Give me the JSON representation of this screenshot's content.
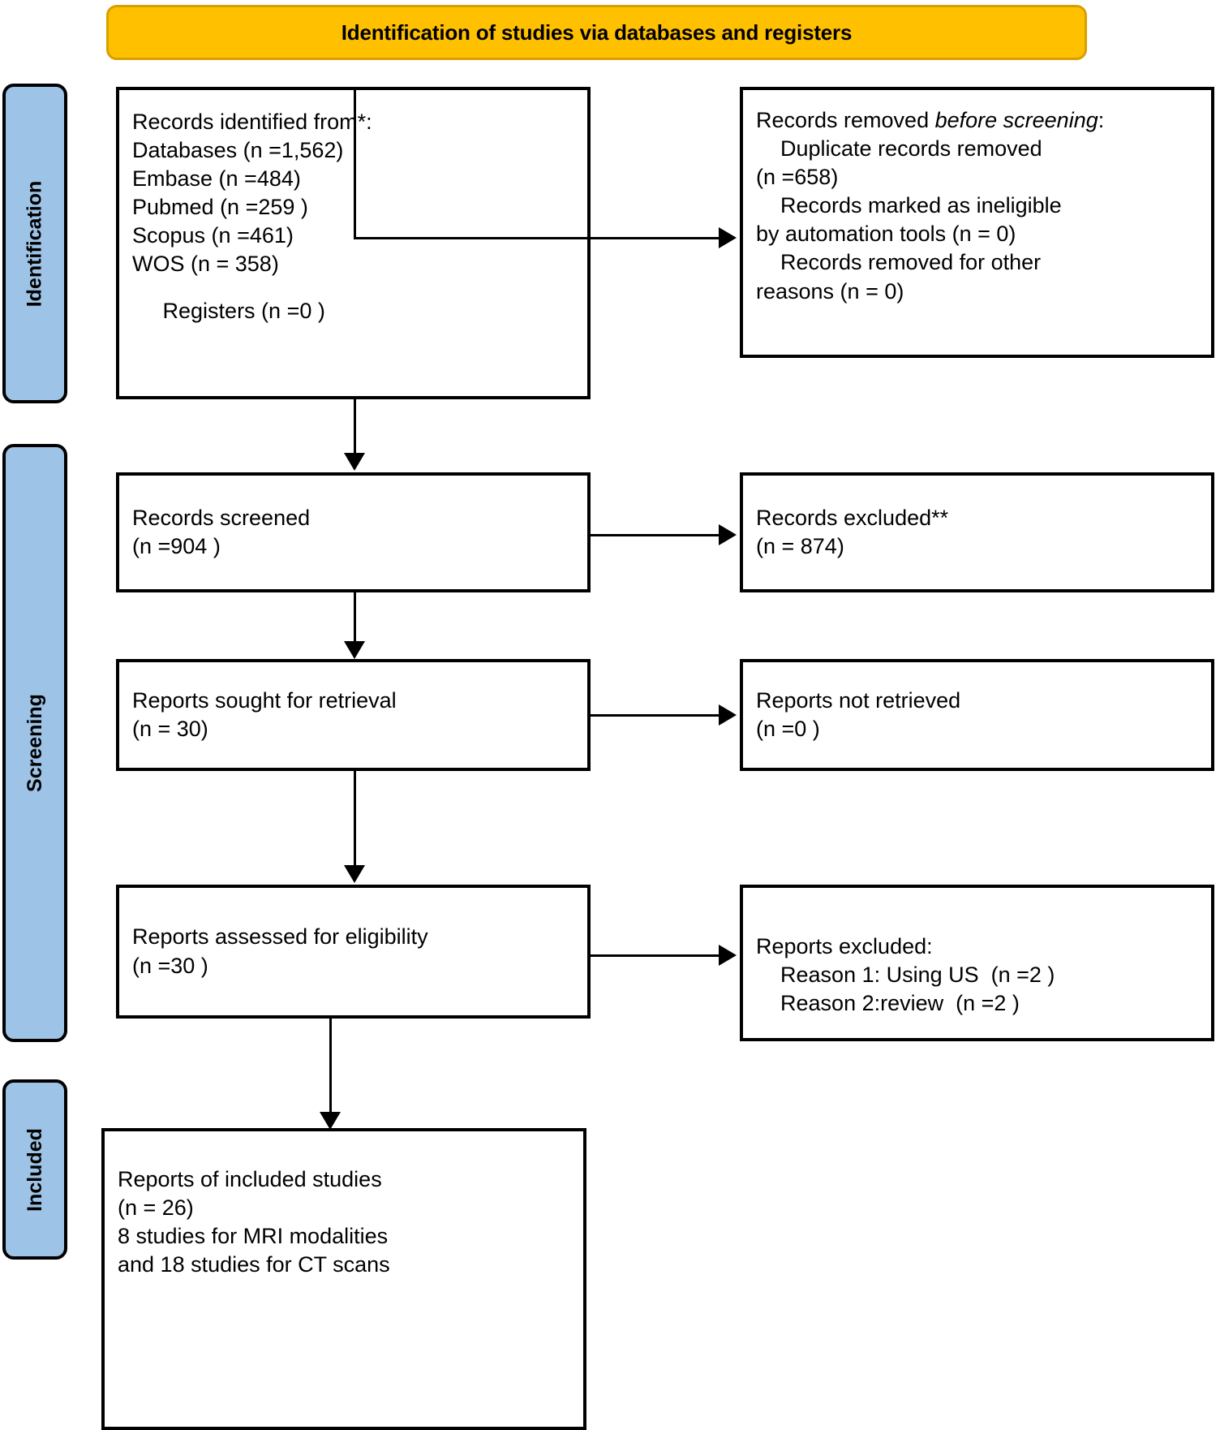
{
  "banner": {
    "title": "Identification of studies via databases and registers"
  },
  "stages": [
    {
      "id": "identification",
      "label": "Identification"
    },
    {
      "id": "screening",
      "label": "Screening"
    },
    {
      "id": "included",
      "label": "Included"
    }
  ],
  "boxes": {
    "records_identified": {
      "line1": "Records identified from*:",
      "line2": "Databases (n =1,562)",
      "line3": "Embase (n =484)",
      "line4": "Pubmed (n =259 )",
      "line5": "Scopus (n =461)",
      "line6": "WOS (n = 358)",
      "line7": "",
      "line8": "     Registers (n =0 )"
    },
    "records_removed": {
      "lead_plain": "Records removed ",
      "lead_italic": "before screening",
      "lead_colon": ":",
      "item1a": "    Duplicate records removed",
      "item1b": "(n =658)",
      "item2a": "    Records marked as ineligible",
      "item2b": "by automation tools (n = 0)",
      "item3a": "    Records removed for other",
      "item3b": "reasons (n = 0)"
    },
    "records_screened": {
      "line1": "Records screened",
      "line2": "(n =904 )"
    },
    "records_excluded": {
      "line1": "Records excluded**",
      "line2": "(n = 874)"
    },
    "reports_sought": {
      "line1": "Reports sought for retrieval",
      "line2": "(n = 30)"
    },
    "reports_not_retrieved": {
      "line1": "Reports not retrieved",
      "line2": "(n =0 )"
    },
    "reports_assessed": {
      "line1": "Reports assessed for eligibility",
      "line2": "(n =30 )"
    },
    "reports_excluded": {
      "line1": "Reports excluded:",
      "line2": "    Reason 1: Using US  (n =2 )",
      "line3": "    Reason 2:review  (n =2 )"
    },
    "included_studies": {
      "line1": "Reports of included studies",
      "line2": "(n = 26)",
      "line3": "8 studies for MRI modalities",
      "line4": "and 18 studies for CT scans"
    }
  },
  "colors": {
    "banner_fill": "#FFC000",
    "banner_border": "#D99E00",
    "stage_fill": "#9DC3E6",
    "stroke": "#000000",
    "box_fill": "#FFFFFF"
  }
}
